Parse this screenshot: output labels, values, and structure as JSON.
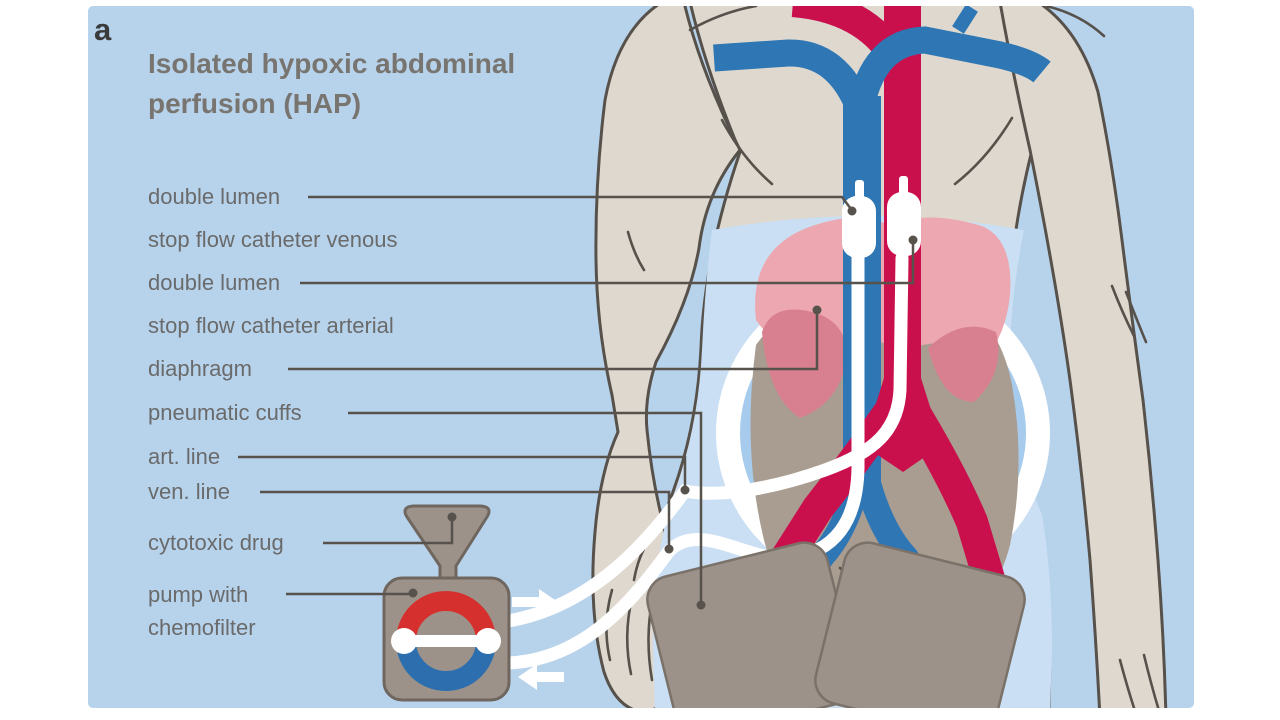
{
  "figure": {
    "panel_letter": "a",
    "title_line1": "Isolated hypoxic abdominal",
    "title_line2": "perfusion (HAP)",
    "labels": {
      "double_lumen_venous_l1": "double lumen",
      "double_lumen_venous_l2": "stop flow catheter venous",
      "double_lumen_arterial_l1": "double lumen",
      "double_lumen_arterial_l2": "stop flow catheter arterial",
      "diaphragm": "diaphragm",
      "pneumatic_cuffs": "pneumatic cuffs",
      "art_line": "art. line",
      "ven_line": "ven. line",
      "cytotoxic_drug": "cytotoxic drug",
      "pump_l1": "pump with",
      "pump_l2": "chemofilter"
    },
    "colors": {
      "panel_background": "#b7d3ec",
      "artery_red": "#c9104d",
      "vein_blue": "#2e76b4",
      "skin": "#ded8ce",
      "outline": "#57514b",
      "abdomen_light_blue": "#cadff3",
      "isolation_zone_blue": "#a6cbec",
      "isolation_ring_white": "#ffffff",
      "organ_brown": "#a99c90",
      "diaphragm_pink_light": "#eda7b0",
      "diaphragm_pink_dark": "#d8808f",
      "device_taupe": "#9c9289",
      "pump_rotor_red": "#d6302e",
      "pump_rotor_blue": "#2d6fae",
      "catheter_white": "#ffffff",
      "leader_line_gray": "#57524c",
      "label_text": "#6a6a6a"
    }
  }
}
